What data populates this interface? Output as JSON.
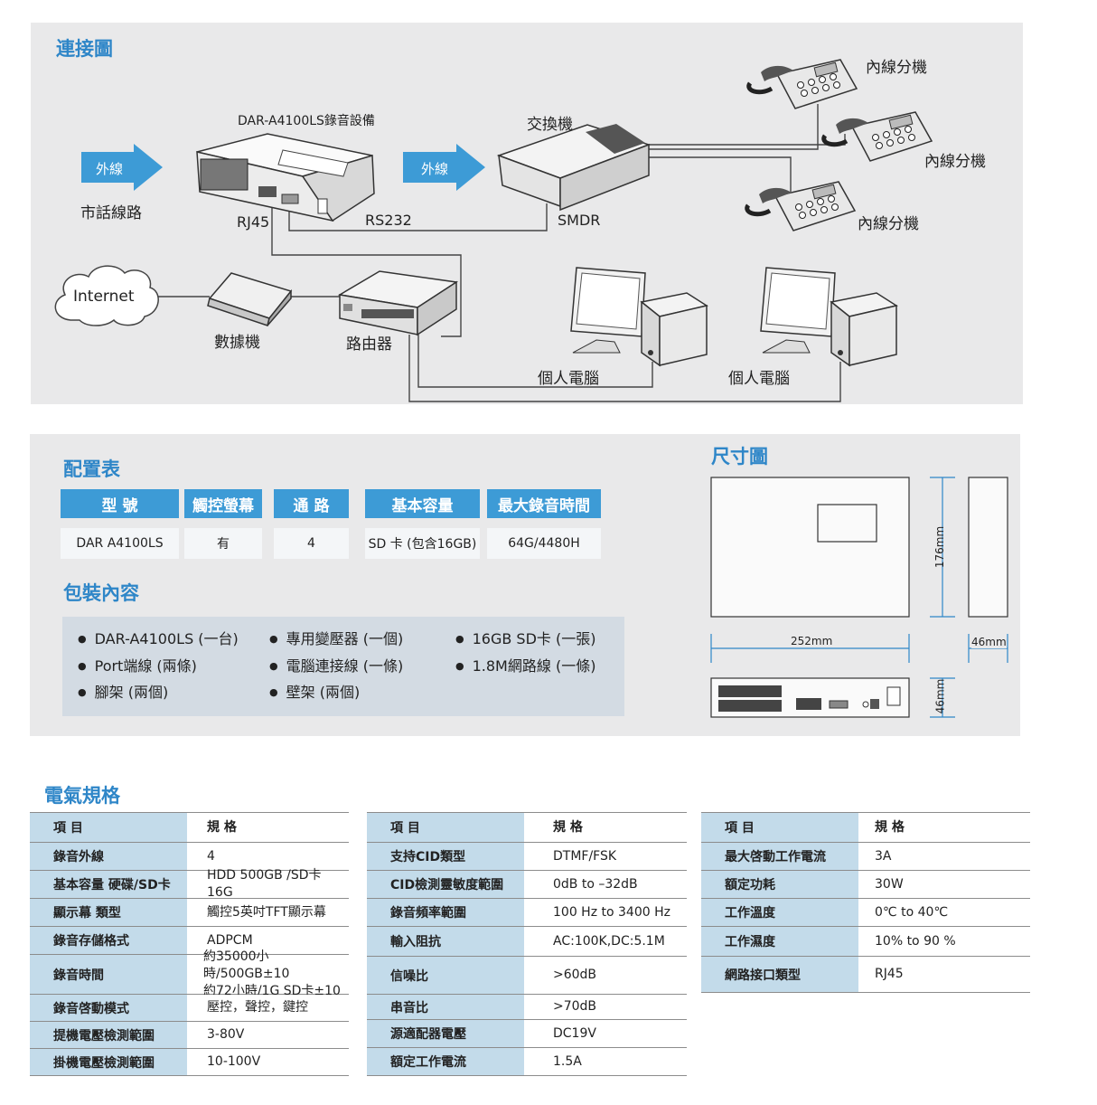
{
  "connection": {
    "title": "連接圖",
    "device_label": "DAR-A4100LS錄音設備",
    "pbx_label": "交換機",
    "outside_line_1": "外線",
    "outside_line_2": "外線",
    "city_line": "市話線路",
    "rj45": "RJ45",
    "rs232": "RS232",
    "smdr": "SMDR",
    "extension_1": "內線分機",
    "extension_2": "內線分機",
    "extension_3": "內線分機",
    "internet": "Internet",
    "modem": "數據機",
    "router": "路由器",
    "pc_1": "個人電腦",
    "pc_2": "個人電腦"
  },
  "config": {
    "title": "配置表",
    "headers": [
      "型 號",
      "觸控螢幕",
      "通 路",
      "基本容量",
      "最大錄音時間"
    ],
    "values": [
      "DAR A4100LS",
      "有",
      "4",
      "SD 卡 (包含16GB)",
      "64G/4480H"
    ]
  },
  "package": {
    "title": "包裝內容",
    "items": [
      "DAR-A4100LS (一台)",
      "Port端線 (兩條)",
      "腳架 (兩個)",
      "專用變壓器 (一個)",
      "電腦連接線 (一條)",
      "壁架 (兩個)",
      "16GB SD卡 (一張)",
      "1.8M網路線 (一條)"
    ]
  },
  "dimension": {
    "title": "尺寸圖",
    "height": "176mm",
    "width": "252mm",
    "depth": "46mm",
    "depth_side": "46mm"
  },
  "electrical": {
    "title": "電氣規格",
    "tables": [
      {
        "head": [
          "項 目",
          "規 格"
        ],
        "rows": [
          [
            "錄音外線",
            "4"
          ],
          [
            "基本容量 硬碟/SD卡",
            "HDD 500GB /SD卡 16G"
          ],
          [
            "顯示幕 類型",
            "觸控5英吋TFT顯示幕"
          ],
          [
            "錄音存儲格式",
            "ADPCM"
          ],
          [
            "錄音時間",
            "約35000小時/500GB±10\n約72小時/1G SD卡±10"
          ],
          [
            "錄音啓動模式",
            "壓控，聲控，鍵控"
          ],
          [
            "提機電壓檢測範圍",
            "3-80V"
          ],
          [
            "掛機電壓檢測範圍",
            "10-100V"
          ]
        ]
      },
      {
        "head": [
          "項 目",
          "規 格"
        ],
        "rows": [
          [
            "支持CID類型",
            "DTMF/FSK"
          ],
          [
            "CID檢測靈敏度範圍",
            "0dB to –32dB"
          ],
          [
            "錄音頻率範圍",
            "100 Hz to 3400 Hz"
          ],
          [
            "輸入阻抗",
            "AC:100K,DC:5.1M"
          ],
          [
            "信噪比",
            ">60dB"
          ],
          [
            "串音比",
            ">70dB"
          ],
          [
            "源適配器電壓",
            "DC19V"
          ],
          [
            "額定工作電流",
            "1.5A"
          ]
        ]
      },
      {
        "head": [
          "項 目",
          "規 格"
        ],
        "rows": [
          [
            "最大啓動工作電流",
            "3A"
          ],
          [
            "額定功耗",
            "30W"
          ],
          [
            "工作溫度",
            "0℃ to 40℃"
          ],
          [
            "工作濕度",
            "10% to 90 %"
          ],
          [
            "網路接口類型",
            "RJ45"
          ]
        ]
      }
    ]
  },
  "colors": {
    "accent": "#2e86c8",
    "header_fill": "#3d9bd6",
    "key_fill": "#c3dbea",
    "panel": "#e9e9ea"
  }
}
